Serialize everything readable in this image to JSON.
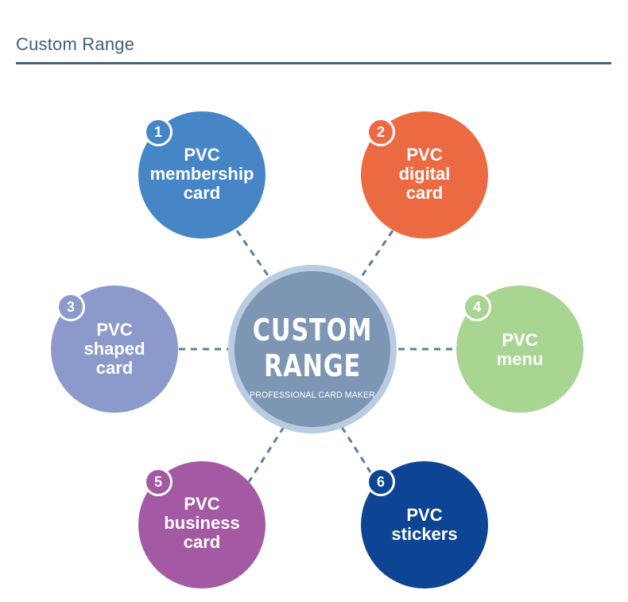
{
  "header": {
    "title": "Custom Range"
  },
  "center": {
    "line1": "CUSTOM",
    "line2": "RANGE",
    "subtitle": "PROFESSIONAL CARD MAKER",
    "ring_color": "#b9cce2",
    "fill_color": "#7d96b3"
  },
  "connector_color": "#5f7d9b",
  "nodes": [
    {
      "number": "1",
      "lines": [
        "PVC",
        "membership",
        "card"
      ],
      "color": "#4685c6"
    },
    {
      "number": "2",
      "lines": [
        "PVC",
        "digital",
        "card"
      ],
      "color": "#ec6a41"
    },
    {
      "number": "3",
      "lines": [
        "PVC",
        "shaped",
        "card"
      ],
      "color": "#8c99cb"
    },
    {
      "number": "4",
      "lines": [
        "PVC",
        "menu"
      ],
      "color": "#a9d593"
    },
    {
      "number": "5",
      "lines": [
        "PVC",
        "business",
        "card"
      ],
      "color": "#a45aa3"
    },
    {
      "number": "6",
      "lines": [
        "PVC",
        "stickers"
      ],
      "color": "#0d4494"
    }
  ]
}
